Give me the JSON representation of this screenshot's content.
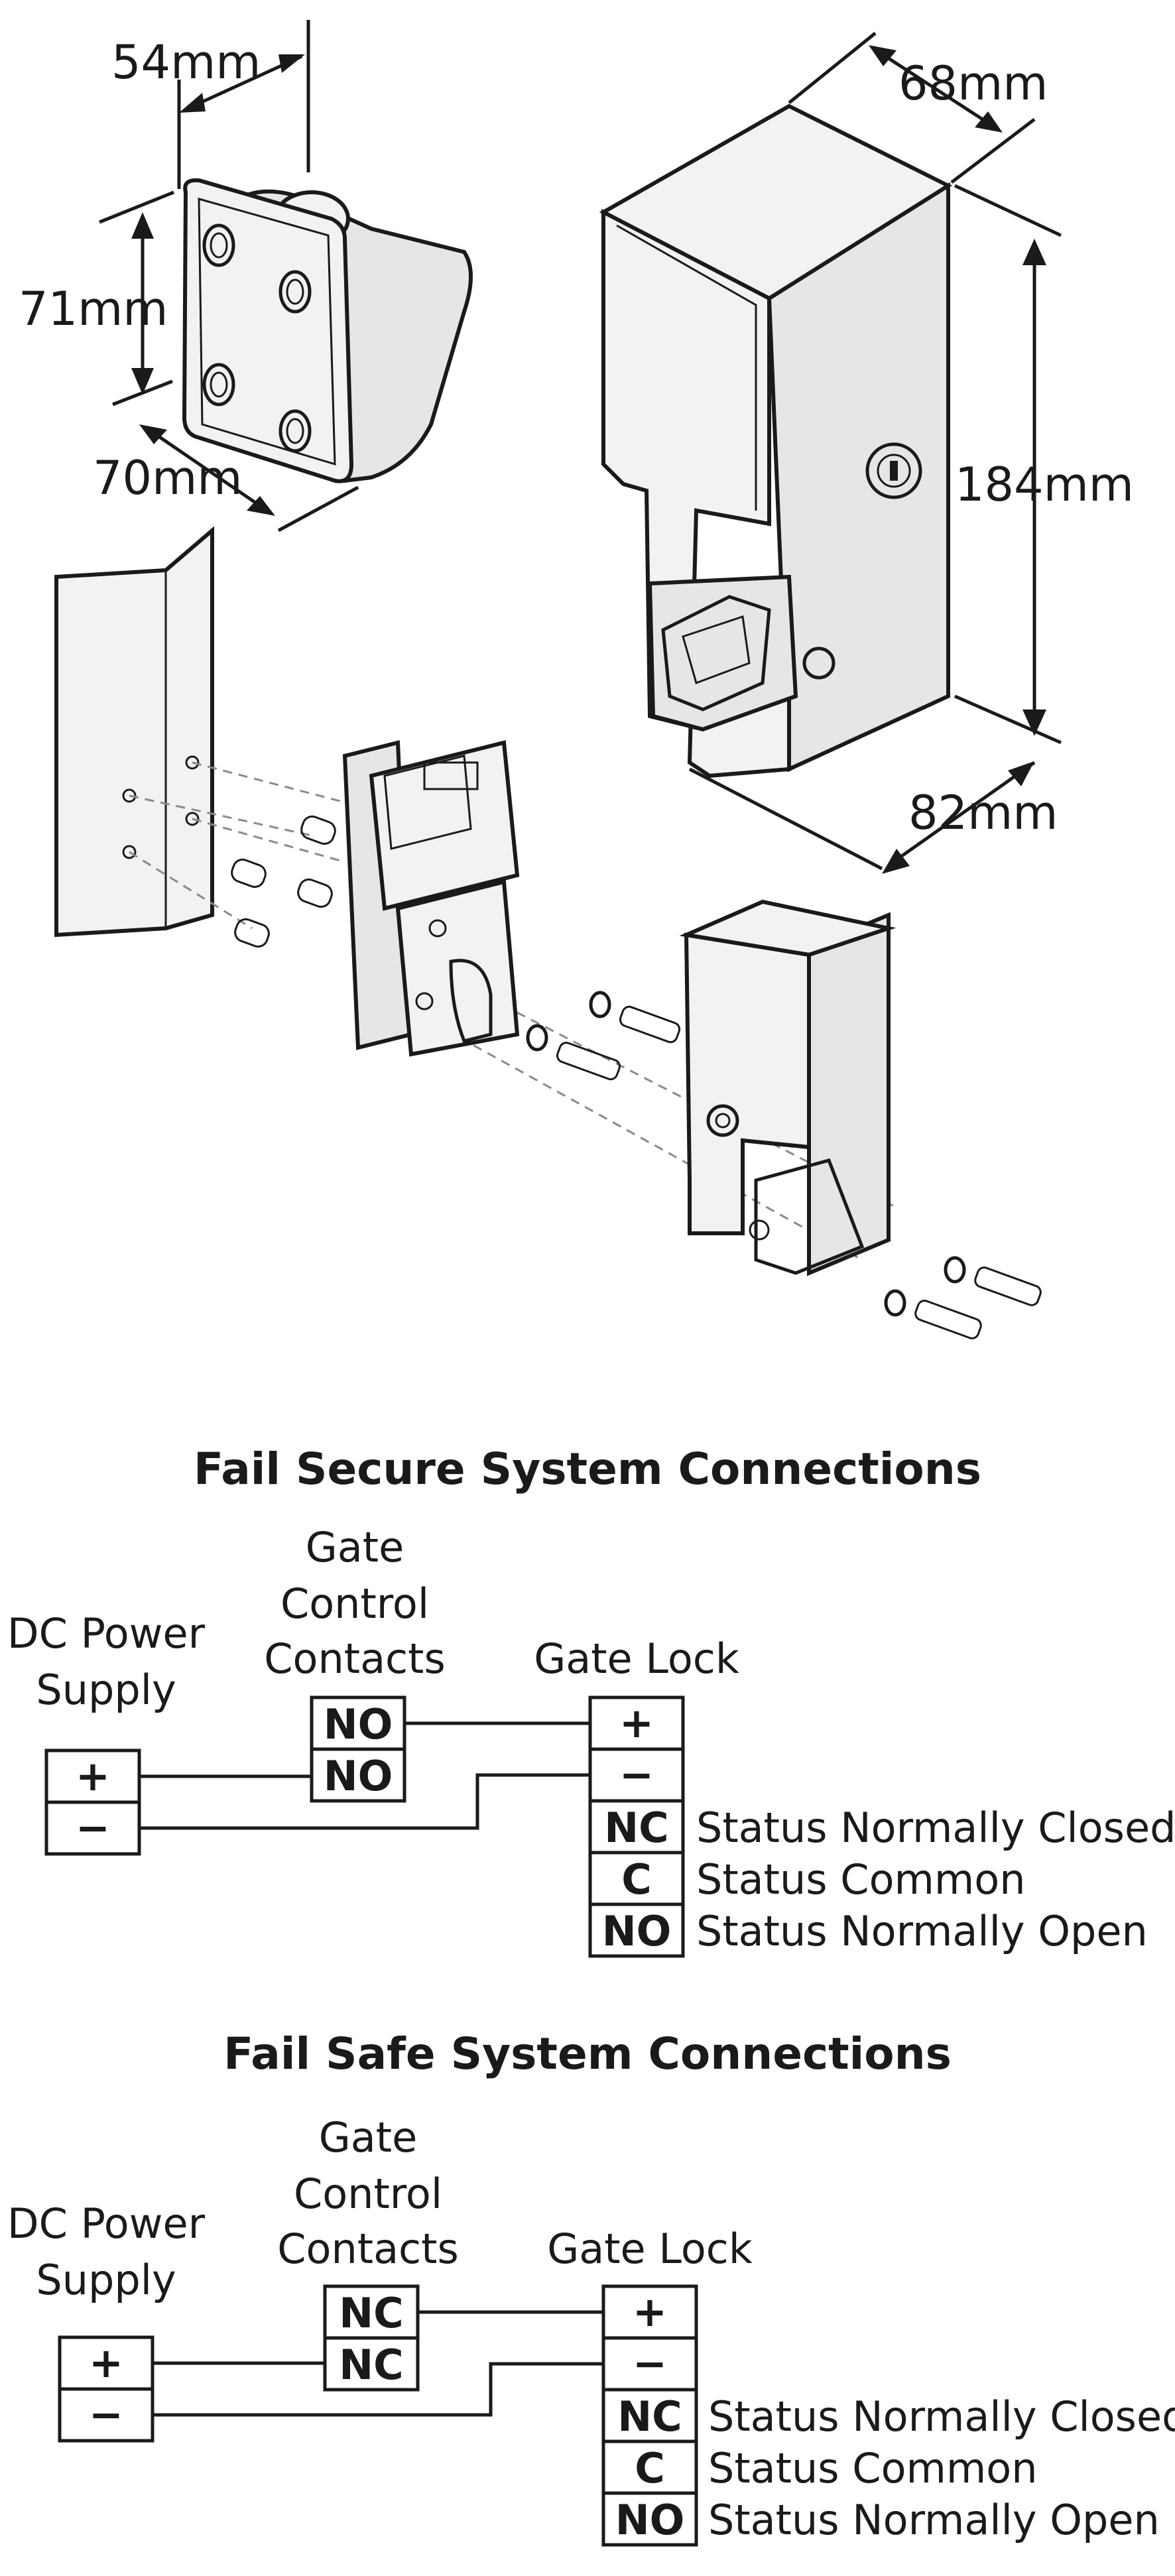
{
  "dimensions": {
    "strike_depth": "54mm",
    "strike_height": "71mm",
    "strike_width": "70mm",
    "lock_depth": "68mm",
    "lock_height": "184mm",
    "lock_width": "82mm"
  },
  "fail_secure": {
    "title": "Fail Secure System Connections",
    "power_label_1": "DC Power",
    "power_label_2": "Supply",
    "power_plus": "+",
    "power_minus": "−",
    "contacts_label_1": "Gate",
    "contacts_label_2": "Control",
    "contacts_label_3": "Contacts",
    "contact_1": "NO",
    "contact_2": "NO",
    "lock_label": "Gate Lock",
    "lock_plus": "+",
    "lock_minus": "−",
    "status_nc": "NC",
    "status_c": "C",
    "status_no": "NO",
    "status_nc_desc": "Status Normally Closed",
    "status_c_desc": "Status Common",
    "status_no_desc": "Status Normally Open"
  },
  "fail_safe": {
    "title": "Fail Safe System Connections",
    "power_label_1": "DC Power",
    "power_label_2": "Supply",
    "power_plus": "+",
    "power_minus": "−",
    "contacts_label_1": "Gate",
    "contacts_label_2": "Control",
    "contacts_label_3": "Contacts",
    "contact_1": "NC",
    "contact_2": "NC",
    "lock_label": "Gate Lock",
    "lock_plus": "+",
    "lock_minus": "−",
    "status_nc": "NC",
    "status_c": "C",
    "status_no": "NO",
    "status_nc_desc": "Status Normally Closed",
    "status_c_desc": "Status Common",
    "status_no_desc": "Status Normally Open"
  }
}
